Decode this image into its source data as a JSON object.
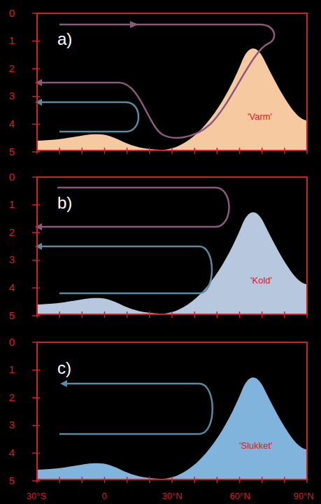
{
  "diagram": {
    "nodes": [
      {
        "text": [
          "a)",
          "'Varm'"
        ]
      },
      {
        "text": [
          "b)",
          "'Kold'"
        ]
      },
      {
        "text": [
          "c)",
          "'Slukket'"
        ]
      }
    ],
    "labels": [
      "0",
      "1",
      "2",
      "3",
      "4",
      "5",
      "0",
      "1",
      "2",
      "3",
      "4",
      "5",
      "0",
      "1",
      "2",
      "3",
      "4",
      "5",
      "30°S",
      "0",
      "30°N",
      "60°N",
      "90°N"
    ]
  }
}
